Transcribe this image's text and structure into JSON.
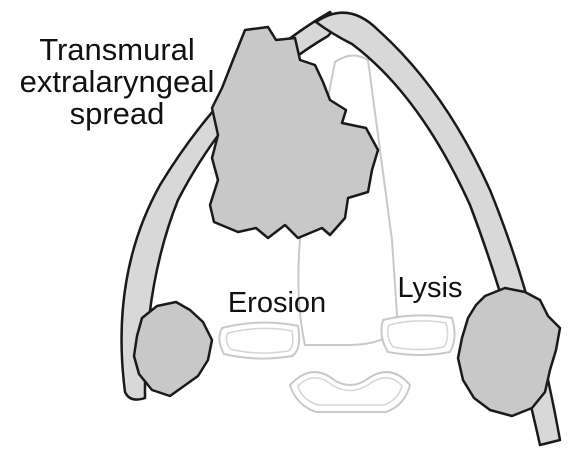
{
  "labels": {
    "transmural_line1": "Transmural",
    "transmural_line2": "extralaryngeal",
    "transmural_line3": "spread",
    "erosion": "Erosion",
    "lysis": "Lysis"
  },
  "colors": {
    "cartilage_fill": "#d8d8d8",
    "tumor_fill": "#c8c8c8",
    "outline": "#1a1a1a",
    "faint_outline": "#c9c9c9",
    "background": "#ffffff"
  }
}
